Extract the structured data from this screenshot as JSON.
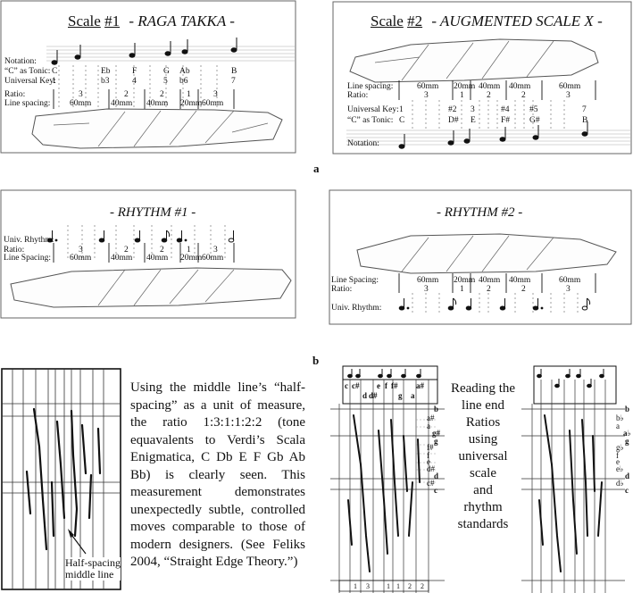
{
  "panel_scale1": {
    "scale_word": "Scale",
    "number": "#1",
    "name": "- RAGA TAKKA -",
    "notation_label": "Notation:",
    "c_tonic_label": "“C” as Tonic:",
    "c_tonic": [
      "C",
      "Eb",
      "F",
      "G",
      "Ab",
      "B"
    ],
    "univ_key_label": "Universal Key:",
    "univ_key": [
      "1",
      "b3",
      "4",
      "5",
      "b6",
      "7"
    ],
    "ratio_label": "Ratio:",
    "ratio": [
      "3",
      "2",
      "2",
      "1",
      "3"
    ],
    "line_spacing_label": "Line spacing:",
    "line_spacing": [
      "60mm",
      "40mm",
      "40mm",
      "20mm",
      "60mm"
    ]
  },
  "panel_scale2": {
    "scale_word": "Scale",
    "number": "#2",
    "name": "- AUGMENTED SCALE X -",
    "line_spacing_label": "Line spacing:",
    "line_spacing": [
      "60mm",
      "20mm",
      "40mm",
      "40mm",
      "60mm"
    ],
    "ratio_label": "Ratio:",
    "ratio": [
      "3",
      "1",
      "2",
      "2",
      "3"
    ],
    "univ_key_label": "Universal Key:",
    "univ_key": [
      "1",
      "#2",
      "3",
      "#4",
      "#5",
      "7"
    ],
    "c_tonic_label": "“C” as Tonic:",
    "c_tonic": [
      "C",
      "D#",
      "E",
      "F#",
      "G#",
      "B"
    ],
    "notation_label": "Notation:"
  },
  "label_a": "a",
  "panel_rhythm1": {
    "title": "- RHYTHM #1 -",
    "univ_rhythm_label": "Univ. Rhythm:",
    "ratio_label": "Ratio:",
    "line_spacing_label": "Line Spacing:",
    "ratio": [
      "3",
      "2",
      "2",
      "1",
      "3"
    ],
    "line_spacing": [
      "60mm",
      "40mm",
      "40mm",
      "20mm",
      "60mm"
    ]
  },
  "panel_rhythm2": {
    "title": "- RHYTHM #2 -",
    "line_spacing_label": "Line Spacing:",
    "ratio_label": "Ratio:",
    "univ_rhythm_label": "Univ. Rhythm:",
    "line_spacing": [
      "60mm",
      "20mm",
      "40mm",
      "40mm",
      "60mm"
    ],
    "ratio": [
      "3",
      "1",
      "2",
      "2",
      "3"
    ]
  },
  "label_b": "b",
  "paragraph_left": "Using the middle line’s “half-spacing” as a unit of measure, the ratio 1:3:1:1:2:2 (tone equavalents to Verdi’s Scala Enigmatica, C Db E F Gb Ab Bb) is clearly seen. This measurement demonstrates unexpectedly subtle, controlled moves comparable to those of modern designers. (See Feliks 2004, “Straight Edge Theory.”)",
  "half_spacing_label": "Half-spacing",
  "middle_line_label": "middle line",
  "paragraph_right": [
    "Reading the",
    "line end",
    "Ratios",
    "using",
    "universal",
    "scale",
    "and",
    "rhythm",
    "standards"
  ],
  "right_grid_top_notes": [
    "c",
    "c#",
    "d",
    "d#",
    "e",
    "f",
    "f#",
    "g",
    "a",
    "a#"
  ],
  "right_grid_side_notes": [
    "b",
    "a#",
    "a",
    "g#",
    "g",
    "f#",
    "f",
    "e",
    "d#",
    "d",
    "c#",
    "c"
  ],
  "right_grid_bottom_numbers": [
    "1",
    "3",
    "1",
    "1",
    "2",
    "2"
  ],
  "far_grid_side_notes": [
    "b",
    "b♭",
    "a",
    "a♭",
    "g",
    "g♭",
    "f",
    "e",
    "e♭",
    "d",
    "d♭",
    "c"
  ]
}
